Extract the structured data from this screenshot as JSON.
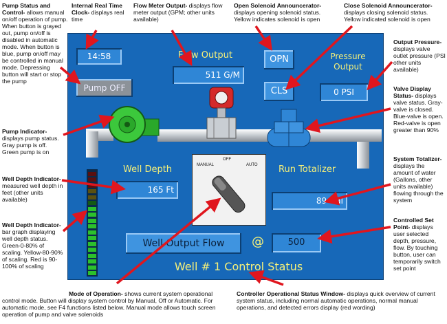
{
  "panel": {
    "clock": "14:58",
    "pump_button": "Pump OFF",
    "flow_label": "Flow Output",
    "flow_value": "511 G/M",
    "open_button": "OPN",
    "close_button": "CLS",
    "pressure_label": "Pressure Output",
    "pressure_value": "0 PSI",
    "well_depth_label": "Well Depth",
    "well_depth_value": "165 Ft",
    "run_totalizer_label": "Run Totalizer",
    "run_totalizer_value": "89 Gal",
    "mode_off": "OFF",
    "mode_manual": "MANUAL",
    "mode_auto": "AUTO",
    "controlled_param": "Well Output Flow",
    "at_symbol": "@",
    "setpoint_value": "500",
    "status_title": "Well # 1 Control Status"
  },
  "colors": {
    "panel": "#1768b8",
    "button": "#3f94e0",
    "label_text": "#f5f07a",
    "pump": "#3cc83c",
    "valve": "#2f86d6",
    "arrow": "#e0161e"
  },
  "annotations": {
    "pump_status": {
      "title": "Pump Status and Control-",
      "text": " allows manual on/off operation of pump. When button is grayed out, pump on/off is disabled in automatic mode. When button is blue, pump on/off may be controlled in manual mode. Depressing button will start or stop the pump"
    },
    "clock": {
      "title": "Internal Real Time Clock-",
      "text": " displays real time"
    },
    "flow_meter": {
      "title": "Flow Meter Output-",
      "text": " displays flow meter output (GPM; other units available)"
    },
    "open_solenoid": {
      "title": "Open Solenoid Announcerator-",
      "text": " displays opening solenoid status. Yellow indicates solenoid is open"
    },
    "close_solenoid": {
      "title": "Close Solenoid Announcerator-",
      "text": " displays closing solenoid status. Yellow indicated solenoid is open"
    },
    "output_pressure": {
      "title": "Output Pressure-",
      "text": " displays valve outlet pressure (PSI other units available)"
    },
    "pump_indicator": {
      "title": "Pump Indicator-",
      "text": " displays pump status. Gray pump is off. Green pump is on"
    },
    "valve_display": {
      "title": "Valve Display Status-",
      "text": " displays valve status. Gray-valve is closed. Blue-valve is open. Red-valve is open greater than 90%"
    },
    "well_depth_ind": {
      "title": "Well Depth Indicator-",
      "text": " measured well depth in feet (other units available)"
    },
    "system_totalizer": {
      "title": "System Totalizer-",
      "text": " displays the amount of water (Gallons, other units available) flowing through the system"
    },
    "well_depth_display": {
      "title": "Well Depth Indicator-",
      "text": " bar graph displaying well depth status. Green-0-80% of scaling. Yellow-80-90% of scaling. Red is 90-100% of scaling"
    },
    "set_point": {
      "title": "Controlled Set Point-",
      "text": " displays user selected depth, pressure, flow. By touching button, user can temporarily switch set point"
    },
    "mode_operation": {
      "title": "Mode of Operation-",
      "text": " shows current system operational control mode. Button will display system control by Manual, Off or Automatic. For automatic mode, see F4 functions listed below. Manual mode allows touch screen operation of pump and valve solenoids"
    },
    "controller_status": {
      "title": "Controller Operational Status Window-",
      "text": " displays quick overview of current system status, including normal automatic operations, normal manual operations, and detected errors display (red wording)"
    }
  }
}
